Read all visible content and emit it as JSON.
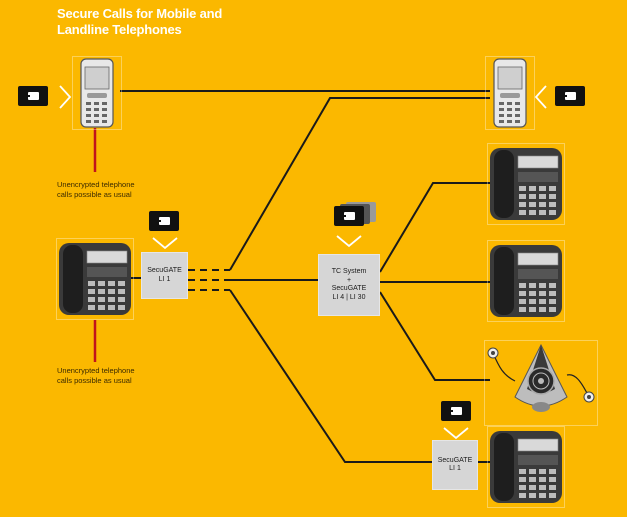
{
  "title": {
    "line1": "Secure Calls for Mobile and",
    "line2": "Landline Telephones"
  },
  "notes": {
    "unencrypted_top": {
      "line1": "Unencrypted telephone",
      "line2": "calls possible as usual"
    },
    "unencrypted_bottom": {
      "line1": "Unencrypted telephone",
      "line2": "calls possible as usual"
    }
  },
  "secugate_left": {
    "line1": "SecuGATE",
    "line2": "LI 1"
  },
  "tc_system": {
    "line1": "TC System",
    "line2": "+",
    "line3": "SecuGATE",
    "line4": "LI 4 | LI 30"
  },
  "secugate_right": {
    "line1": "SecuGATE",
    "line2": "LI 1"
  },
  "colors": {
    "background": "#fbb800",
    "line": "#1a1a1a",
    "unencrypted_line": "#c0141c",
    "box": "#d6d6d6",
    "card": "#111111",
    "title": "#ffffff"
  },
  "icons": {
    "smart_card": "smart-card-icon",
    "chevron": "chevron-icon",
    "mobile_phone": "mobile-phone-icon",
    "desk_phone": "desk-phone-icon",
    "conference_phone": "conference-phone-icon"
  }
}
